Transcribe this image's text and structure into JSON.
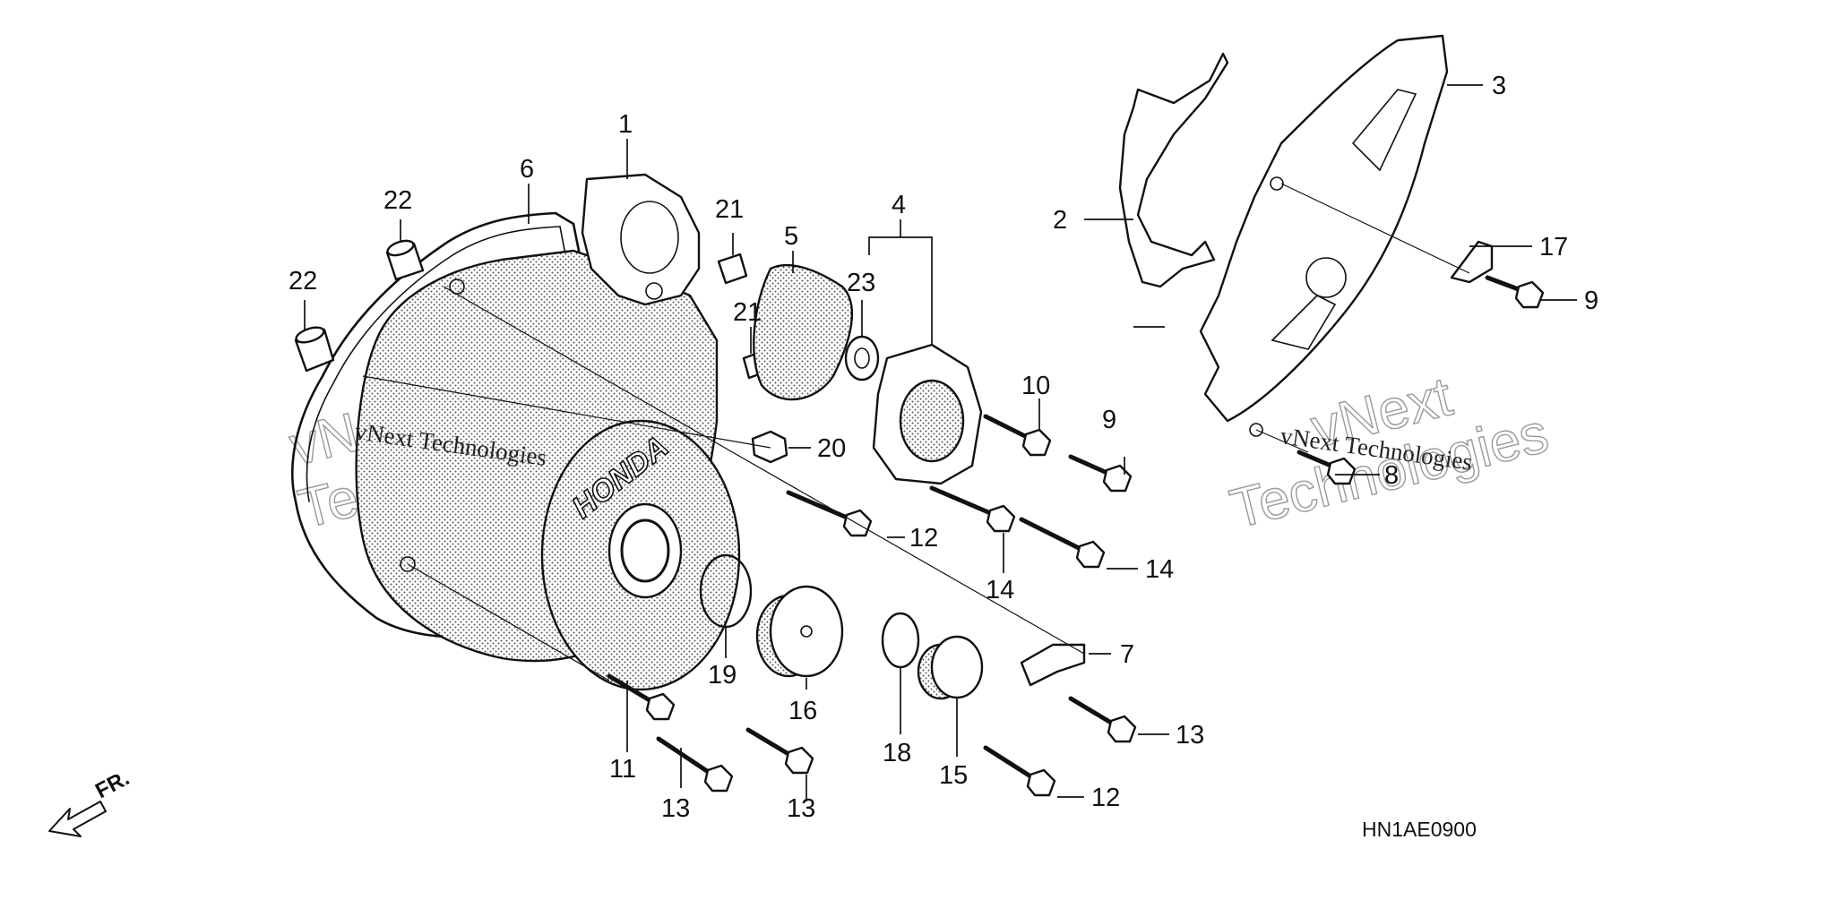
{
  "diagram": {
    "callouts": [
      {
        "id": "c1",
        "label": "1"
      },
      {
        "id": "c2",
        "label": "2"
      },
      {
        "id": "c3",
        "label": "3"
      },
      {
        "id": "c4",
        "label": "4"
      },
      {
        "id": "c5",
        "label": "5"
      },
      {
        "id": "c6",
        "label": "6"
      },
      {
        "id": "c7",
        "label": "7"
      },
      {
        "id": "c8",
        "label": "8"
      },
      {
        "id": "c9a",
        "label": "9"
      },
      {
        "id": "c9b",
        "label": "9"
      },
      {
        "id": "c10",
        "label": "10"
      },
      {
        "id": "c11",
        "label": "11"
      },
      {
        "id": "c12a",
        "label": "12"
      },
      {
        "id": "c12b",
        "label": "12"
      },
      {
        "id": "c13a",
        "label": "13"
      },
      {
        "id": "c13b",
        "label": "13"
      },
      {
        "id": "c13c",
        "label": "13"
      },
      {
        "id": "c14a",
        "label": "14"
      },
      {
        "id": "c14b",
        "label": "14"
      },
      {
        "id": "c15",
        "label": "15"
      },
      {
        "id": "c16",
        "label": "16"
      },
      {
        "id": "c17",
        "label": "17"
      },
      {
        "id": "c18",
        "label": "18"
      },
      {
        "id": "c19",
        "label": "19"
      },
      {
        "id": "c20",
        "label": "20"
      },
      {
        "id": "c21a",
        "label": "21"
      },
      {
        "id": "c21b",
        "label": "21"
      },
      {
        "id": "c22a",
        "label": "22"
      },
      {
        "id": "c22b",
        "label": "22"
      },
      {
        "id": "c23",
        "label": "23"
      }
    ],
    "cover_logo": "HONDA",
    "front_indicator": "FR.",
    "diagram_code": "HN1AE0900",
    "watermark": {
      "line1": "vNext Technologies",
      "line2": "vNext Technologies",
      "big1": "vNext",
      "big2": "Technologies",
      "big3": "vNext",
      "big4": "Technologies"
    }
  }
}
